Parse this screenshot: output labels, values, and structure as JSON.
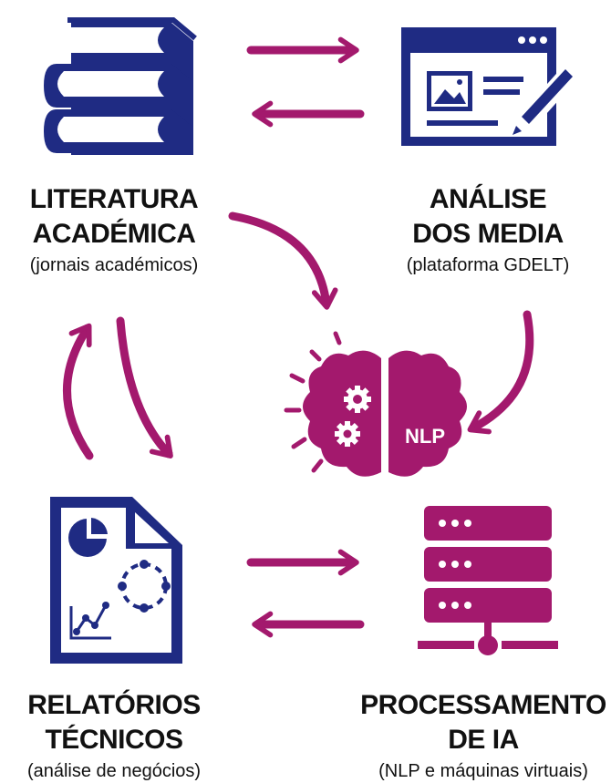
{
  "colors": {
    "navy": "#1f2b83",
    "magenta": "#a3196d",
    "text": "#111111"
  },
  "nodes": {
    "literatura": {
      "title_line1": "LITERATURA",
      "title_line2": "ACADÉMICA",
      "subtitle": "(jornais académicos)",
      "icon": "books-icon"
    },
    "media": {
      "title_line1": "ANÁLISE",
      "title_line2": "DOS MEDIA",
      "subtitle": "(plataforma GDELT)",
      "icon": "web-editor-icon"
    },
    "relatorios": {
      "title_line1": "RELATÓRIOS",
      "title_line2": "TÉCNICOS",
      "subtitle": "(análise de negócios)",
      "icon": "report-document-icon"
    },
    "processamento": {
      "title_line1": "PROCESSAMENTO",
      "title_line2": "DE IA",
      "subtitle": "(NLP e máquinas virtuais)",
      "icon": "server-icon"
    }
  },
  "center": {
    "label": "NLP",
    "icon": "brain-gears-icon"
  }
}
